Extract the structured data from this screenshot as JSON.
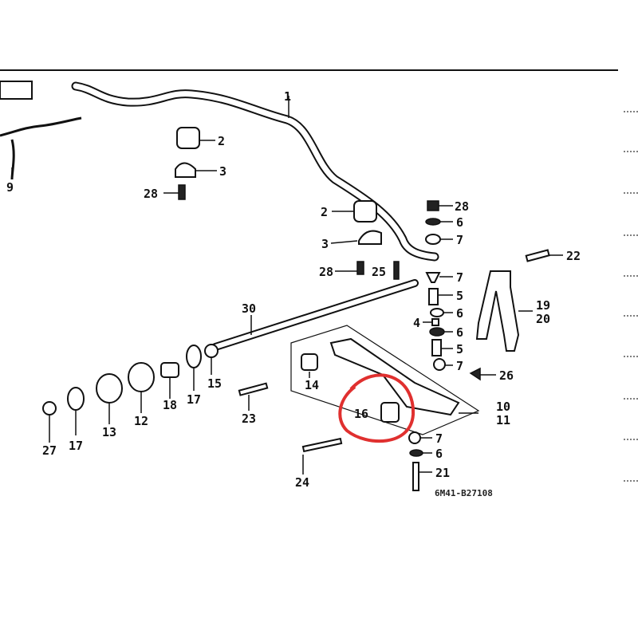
{
  "diagram": {
    "drawing_code": "6M41-B27108",
    "highlight_color": "#e0302f",
    "highlighted_part": "16",
    "part_labels": [
      "1",
      "2",
      "3",
      "28",
      "2",
      "3",
      "28",
      "25",
      "28",
      "6",
      "7",
      "7",
      "5",
      "6",
      "4",
      "6",
      "5",
      "7",
      "22",
      "19",
      "20",
      "26",
      "30",
      "14",
      "16",
      "10",
      "11",
      "7",
      "6",
      "21",
      "24",
      "23",
      "15",
      "17",
      "18",
      "12",
      "13",
      "17",
      "27",
      "9"
    ]
  }
}
